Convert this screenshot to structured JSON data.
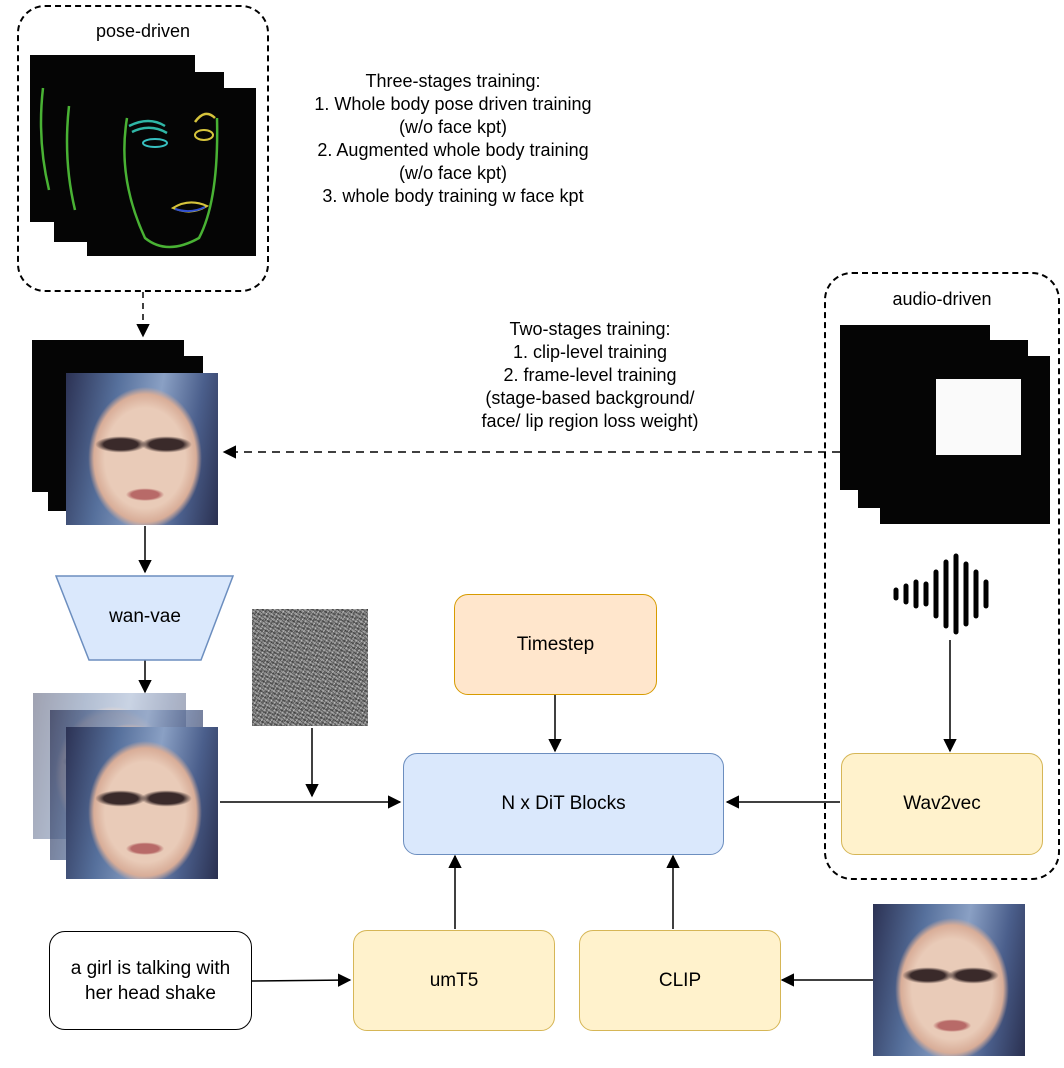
{
  "groups": {
    "pose": {
      "label": "pose-driven"
    },
    "audio": {
      "label": "audio-driven"
    }
  },
  "notes": {
    "three_stage": [
      "Three-stages training:",
      "1. Whole body pose driven training",
      "(w/o face kpt)",
      "2. Augmented whole body training",
      "(w/o face kpt)",
      "3. whole body training w face kpt"
    ],
    "two_stage": [
      "Two-stages training:",
      "1. clip-level training",
      "2. frame-level training",
      "(stage-based background/",
      "face/ lip region loss weight)"
    ]
  },
  "nodes": {
    "wan_vae": "wan-vae",
    "timestep": "Timestep",
    "dit": "N x DiT Blocks",
    "wav2vec": "Wav2vec",
    "umt5": "umT5",
    "clip": "CLIP",
    "prompt": [
      "a girl is talking with",
      "her head shake"
    ]
  },
  "icons": {
    "pose_keypoints": "face-keypoint-pose-frames",
    "audio_mask": "audio-mask-frames",
    "waveform": "audio-waveform-icon",
    "noise": "gaussian-noise-image",
    "portraits": "portrait-frames"
  },
  "colors": {
    "yellow_fill": "#fff2cc",
    "yellow_stroke": "#d6b656",
    "orange_fill": "#ffe6cc",
    "orange_stroke": "#d79b00",
    "blue_fill": "#dae8fc",
    "blue_stroke": "#6c8ebf"
  }
}
